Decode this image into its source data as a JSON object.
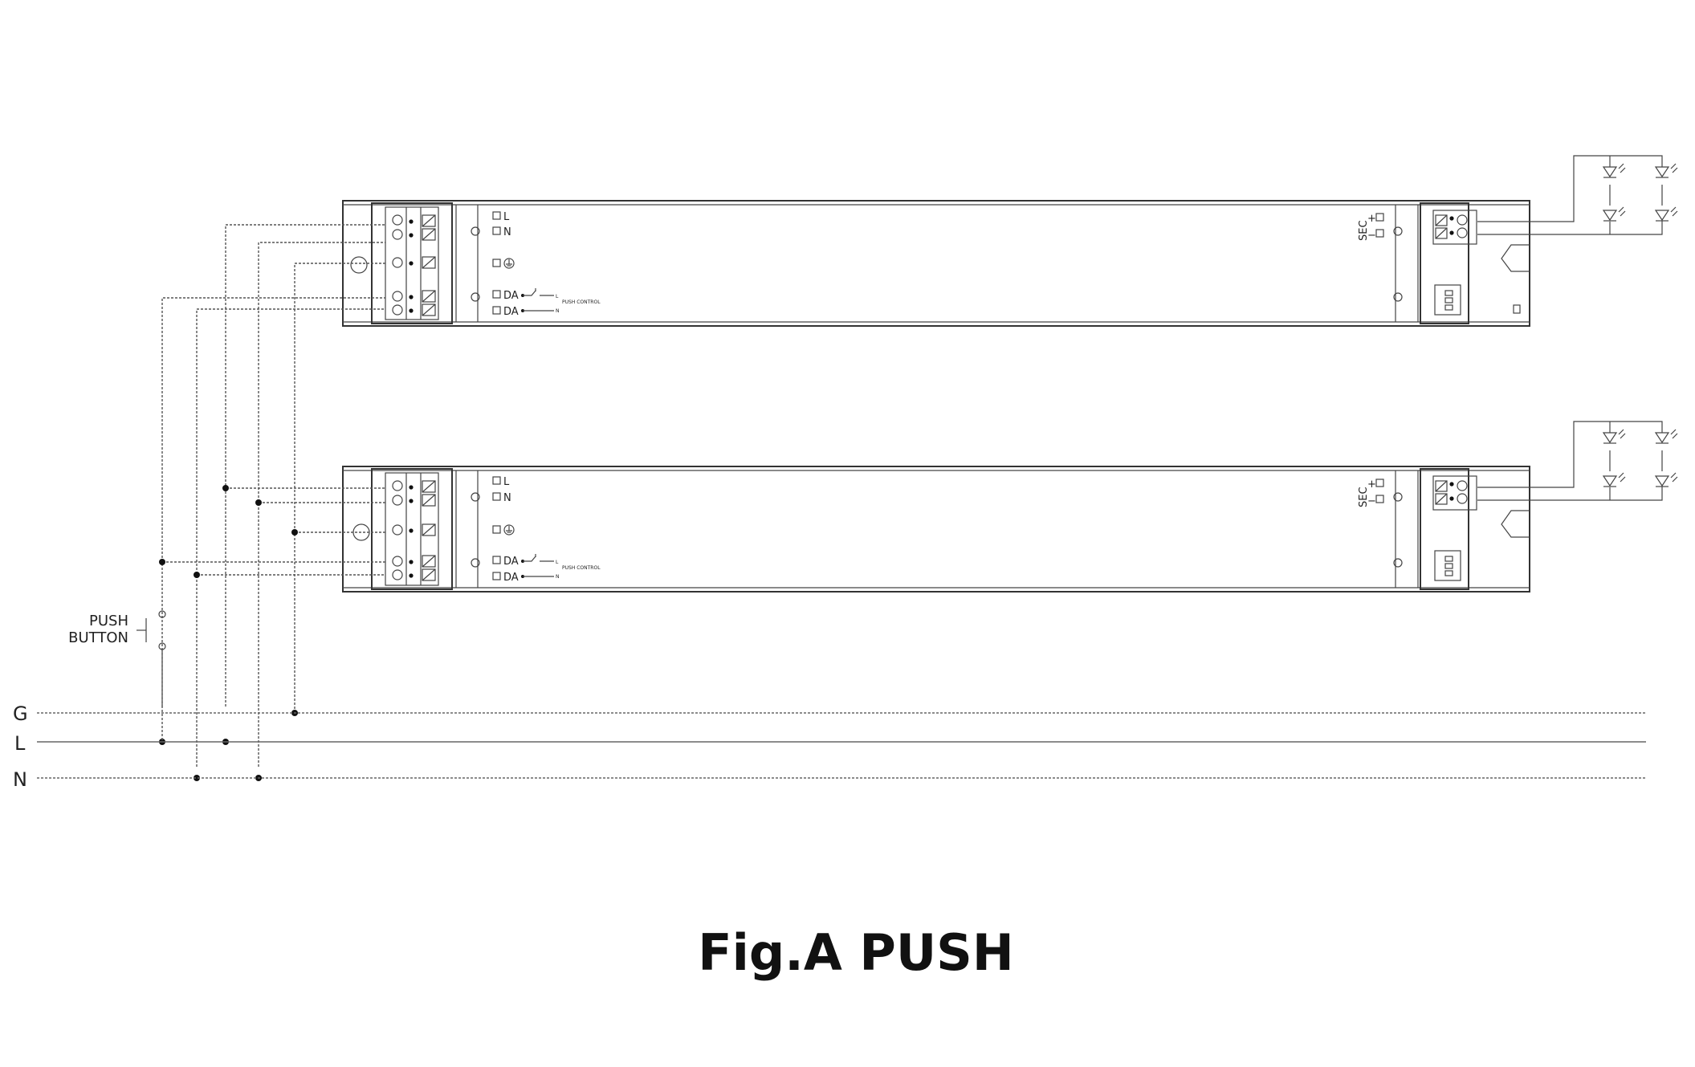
{
  "figure": {
    "caption": "Fig.A PUSH"
  },
  "bus_lines": [
    {
      "label": "G",
      "style": "dotted"
    },
    {
      "label": "L",
      "style": "solid"
    },
    {
      "label": "N",
      "style": "dotted"
    }
  ],
  "push_button": {
    "label_line1": "PUSH",
    "label_line2": "BUTTON"
  },
  "driver_terminals": {
    "L": "L",
    "N": "N",
    "DA": "DA",
    "sec": "SEC",
    "plus": "+",
    "minus": "−",
    "push_L": "L",
    "push_N": "N",
    "push_control": "PUSH CONTROL"
  },
  "icons": [
    "ground-icon",
    "led-icon",
    "push-switch-icon",
    "dip-switch-icon",
    "terminal-screw-icon"
  ],
  "colors": {
    "line": "#333333",
    "background": "#ffffff"
  }
}
